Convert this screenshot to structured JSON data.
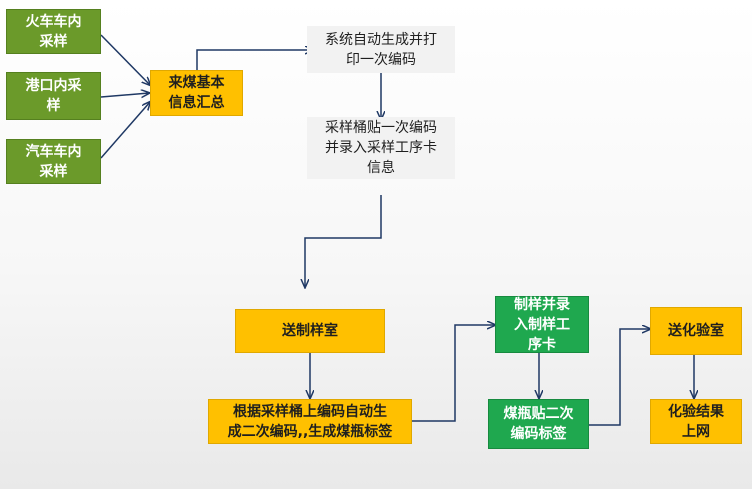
{
  "nodes": {
    "train": "火车车内\n采样",
    "port": "港口内采\n样",
    "truck": "汽车车内\n采样",
    "summary": "来煤基本\n信息汇总",
    "print_code": "系统自动生成并打\n印一次编码",
    "attach_code": "采样桶贴一次编码\n并录入采样工序卡\n信息",
    "send_prep": "送制样室",
    "second_code": "根据采样桶上编码自动生\n成二次编码,,生成煤瓶标签",
    "prep_record": "制样并录\n入制样工\n序卡",
    "bottle_label": "煤瓶贴二次\n编码标签",
    "send_lab": "送化验室",
    "result_online": "化验结果\n上网"
  },
  "colors": {
    "green": "#6b9a2a",
    "bright_green": "#1fa84f",
    "yellow": "#ffc000",
    "gray": "#f2f2f2",
    "arrow": "#1f3864"
  }
}
